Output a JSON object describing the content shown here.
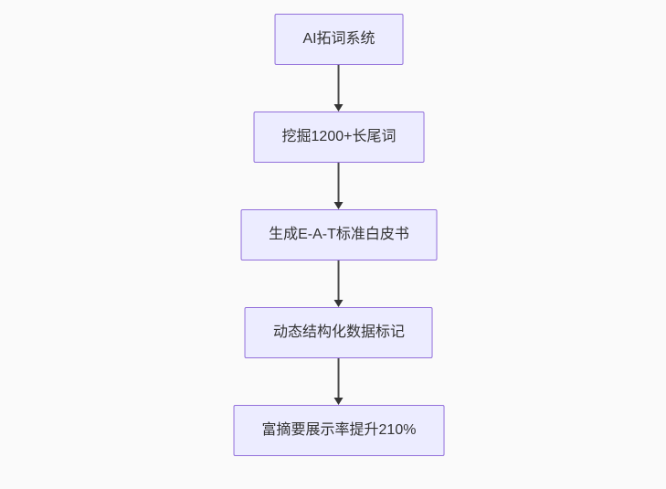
{
  "diagram": {
    "type": "flowchart-top-down",
    "background_color": "#fafafa",
    "node_fill_color": "#ECECFF",
    "node_border_color": "#9370DB",
    "arrow_color": "#333333",
    "text_color": "#333333",
    "nodes": [
      {
        "id": "step-1",
        "label": "AI拓词系统"
      },
      {
        "id": "step-2",
        "label": "挖掘1200+长尾词"
      },
      {
        "id": "step-3",
        "label": "生成E-A-T标准白皮书"
      },
      {
        "id": "step-4",
        "label": "动态结构化数据标记"
      },
      {
        "id": "step-5",
        "label": "富摘要展示率提升210%"
      }
    ],
    "edges": [
      {
        "from": "step-1",
        "to": "step-2"
      },
      {
        "from": "step-2",
        "to": "step-3"
      },
      {
        "from": "step-3",
        "to": "step-4"
      },
      {
        "from": "step-4",
        "to": "step-5"
      }
    ]
  }
}
